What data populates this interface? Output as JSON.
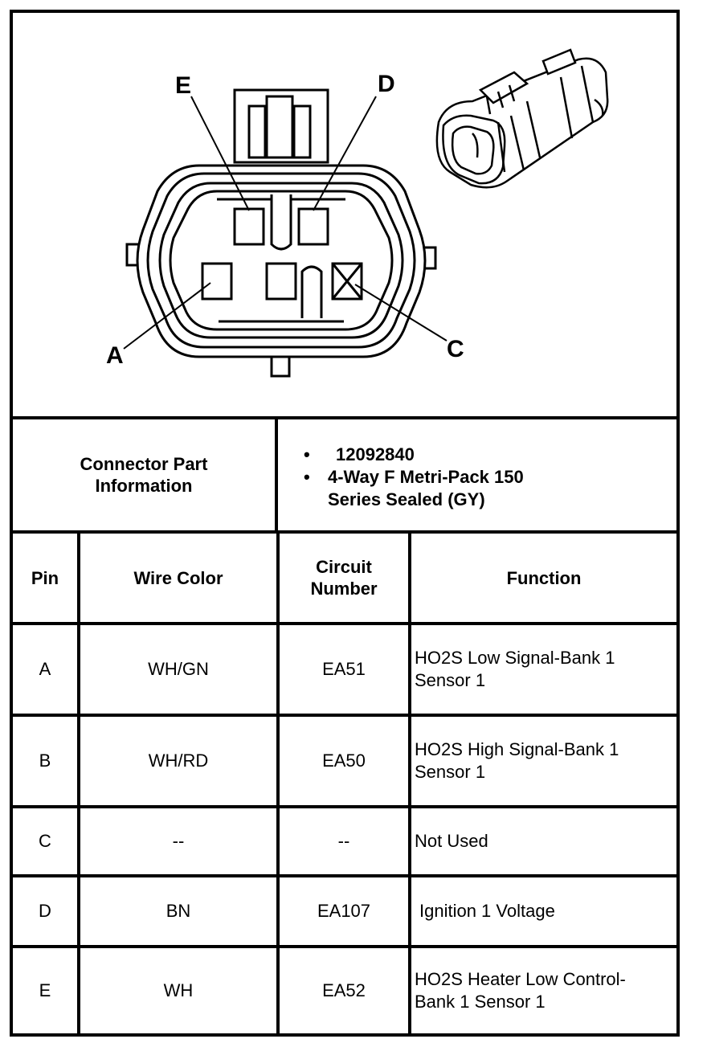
{
  "diagram": {
    "pin_labels": {
      "A": "A",
      "C": "C",
      "D": "D",
      "E": "E"
    }
  },
  "connector_info": {
    "label": "Connector Part Information",
    "items": [
      "12092840",
      "4-Way F Metri-Pack 150 Series Sealed (GY)"
    ]
  },
  "table": {
    "headers": [
      "Pin",
      "Wire Color",
      "Circuit Number",
      "Function"
    ],
    "rows": [
      {
        "pin": "A",
        "wire_color": "WH/GN",
        "circuit": "EA51",
        "function": "HO2S Low Signal-Bank 1 Sensor 1"
      },
      {
        "pin": "B",
        "wire_color": "WH/RD",
        "circuit": "EA50",
        "function": "HO2S High Signal-Bank 1 Sensor 1"
      },
      {
        "pin": "C",
        "wire_color": "--",
        "circuit": "--",
        "function": "Not Used"
      },
      {
        "pin": "D",
        "wire_color": "BN",
        "circuit": "EA107",
        "function": "Ignition 1 Voltage"
      },
      {
        "pin": "E",
        "wire_color": "WH",
        "circuit": "EA52",
        "function": "HO2S Heater Low Control-Bank 1 Sensor 1"
      }
    ]
  }
}
